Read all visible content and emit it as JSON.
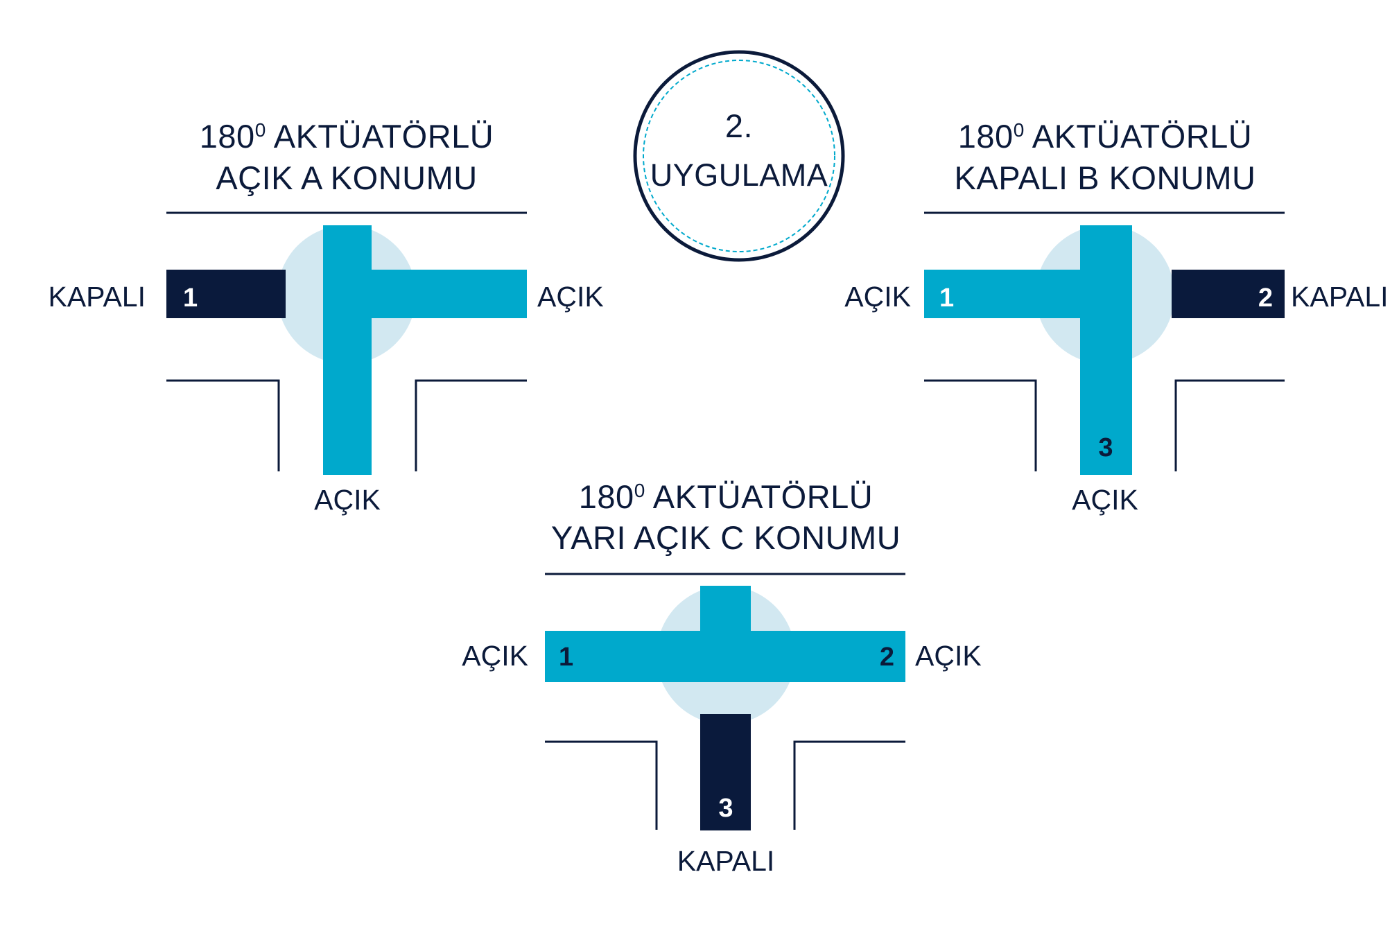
{
  "badge": {
    "number": "2.",
    "text": "UYGULAMA"
  },
  "colors": {
    "navy": "#0a1a3c",
    "cyan": "#00a9cc",
    "ball": "#d2e8f1",
    "line": "#0b1a3a"
  },
  "valves": [
    {
      "id": "A",
      "title_deg": "180",
      "title_sup": "0",
      "title_word": "AKTÜATÖRLÜ",
      "title_line2": "AÇIK A KONUMU",
      "left_label": "KAPALI",
      "right_label": "AÇIK",
      "bottom_label": "AÇIK",
      "port1": "1",
      "port2": "",
      "port3": ""
    },
    {
      "id": "B",
      "title_deg": "180",
      "title_sup": "0",
      "title_word": "AKTÜATÖRLÜ",
      "title_line2": "KAPALI B KONUMU",
      "left_label": "AÇIK",
      "right_label": "KAPALI",
      "bottom_label": "AÇIK",
      "port1": "1",
      "port2": "2",
      "port3": "3"
    },
    {
      "id": "C",
      "title_deg": "180",
      "title_sup": "0",
      "title_word": "AKTÜATÖRLÜ",
      "title_line2": "YARI AÇIK C KONUMU",
      "left_label": "AÇIK",
      "right_label": "AÇIK",
      "bottom_label": "KAPALI",
      "port1": "1",
      "port2": "2",
      "port3": "3"
    }
  ]
}
